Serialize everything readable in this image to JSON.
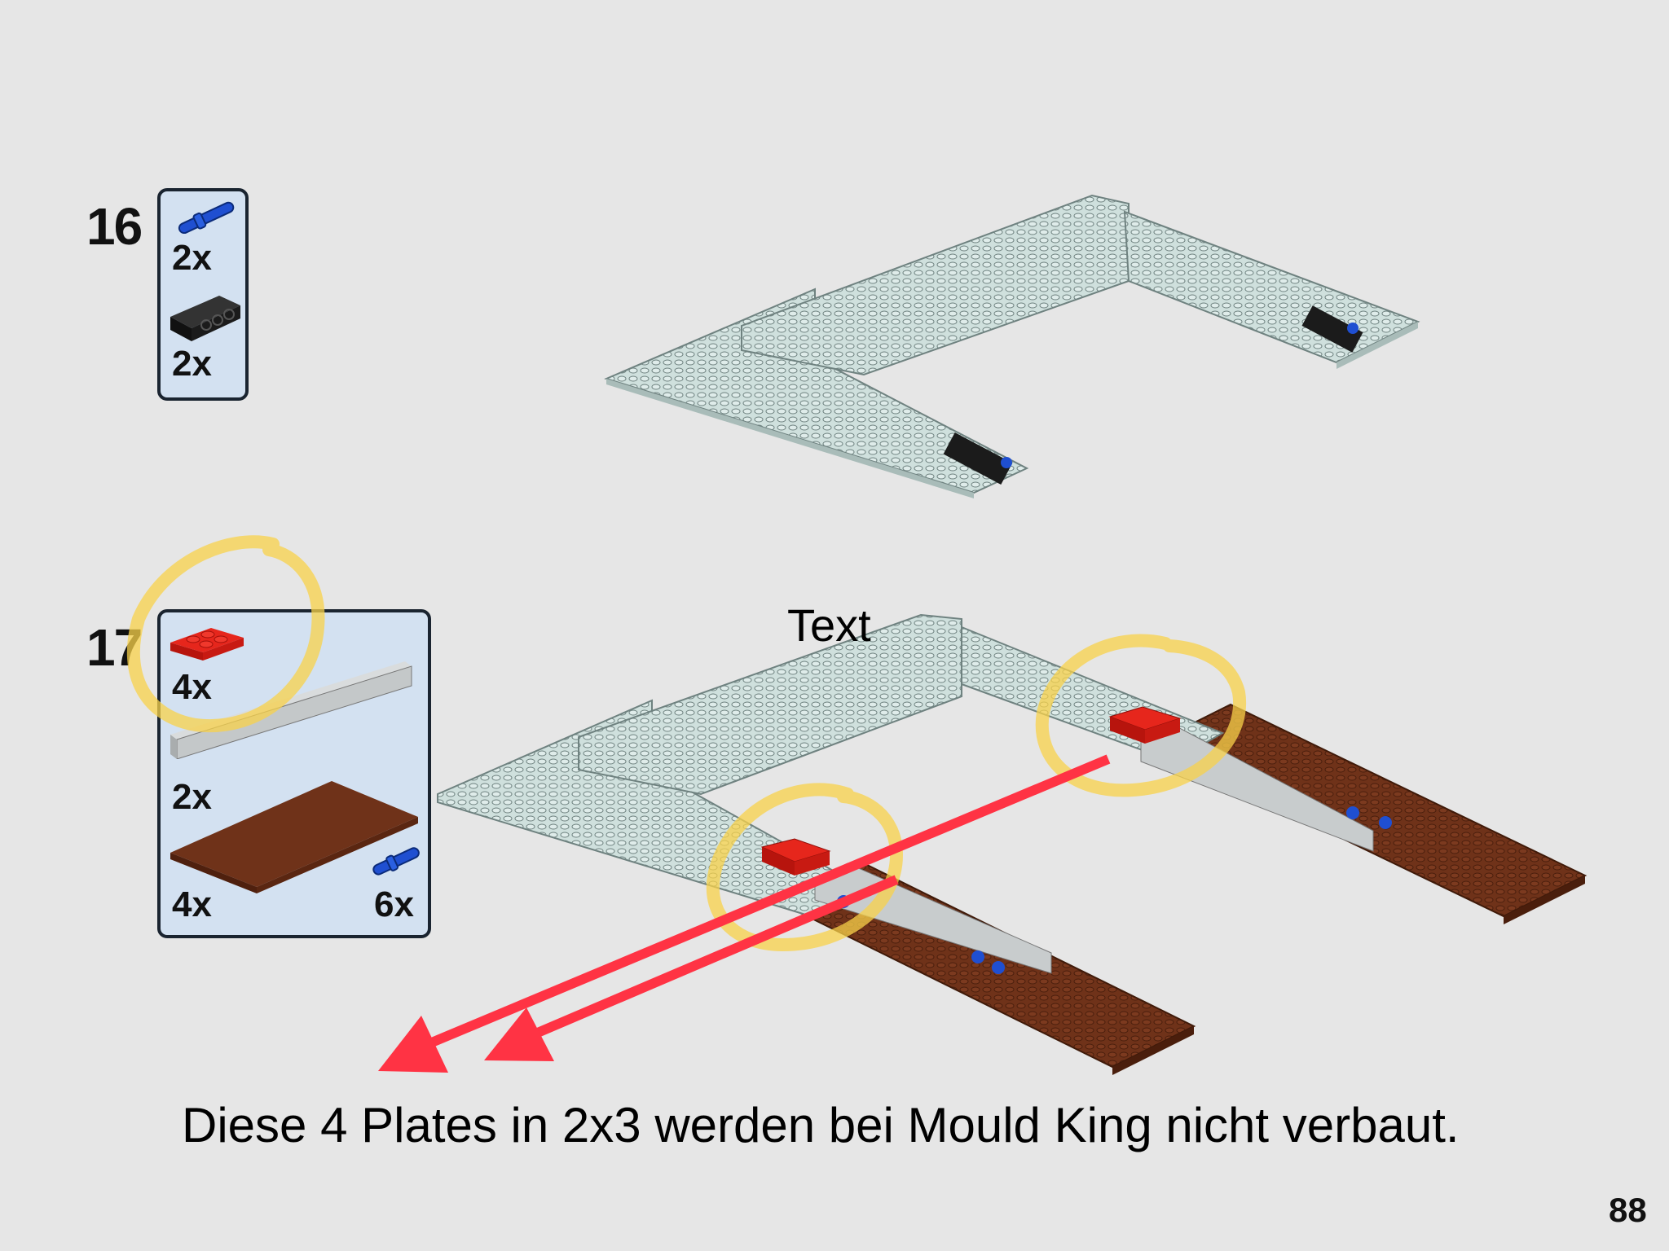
{
  "steps": [
    {
      "number": "16",
      "parts": [
        {
          "name": "blue-axle-pin",
          "quantity": "2x",
          "color": "#1f4fd1"
        },
        {
          "name": "black-technic-brick-1x4",
          "quantity": "2x",
          "color": "#1b1b1b"
        }
      ]
    },
    {
      "number": "17",
      "parts": [
        {
          "name": "red-plate-2x3",
          "quantity": "4x",
          "color": "#d81a12"
        },
        {
          "name": "light-gray-technic-beam-1x16",
          "quantity": "2x",
          "color": "#c8cccd"
        },
        {
          "name": "brown-plate-6x12",
          "quantity": "4x",
          "color": "#6b3018"
        },
        {
          "name": "blue-axle-pin",
          "quantity": "6x",
          "color": "#1f4fd1"
        }
      ]
    }
  ],
  "annotation": {
    "placeholder_label": "Text",
    "note": "Diese 4 Plates in 2x3 werden bei Mould King nicht verbaut.",
    "highlight_color": "#f8d24a",
    "arrow_color": "#ff3344"
  },
  "page_number": "88",
  "colors": {
    "background": "#e6e6e6",
    "model_base": "#c9dcd9",
    "model_edge": "#6f7f7d"
  }
}
